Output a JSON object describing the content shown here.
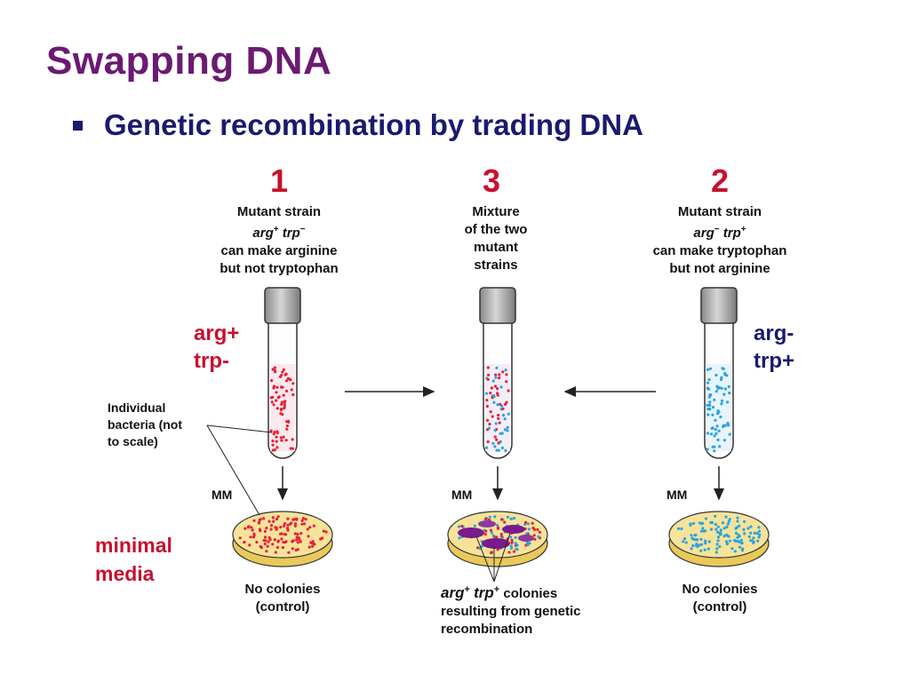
{
  "title": "Swapping DNA",
  "bullet": "Genetic recombination by trading DNA",
  "columns": {
    "left": {
      "number": "1",
      "heading": "Mutant strain",
      "genotype_arg": "arg",
      "genotype_arg_sup": "+",
      "genotype_trp": "trp",
      "genotype_trp_sup": "−",
      "line3": "can make arginine",
      "line4": "but not tryptophan",
      "side_label_1": "arg+",
      "side_label_2": "trp-",
      "medium": "MM",
      "result_1": "No colonies",
      "result_2": "(control)"
    },
    "middle": {
      "number": "3",
      "heading": "Mixture",
      "line2": "of the two",
      "line3": "mutant",
      "line4": "strains",
      "medium": "MM",
      "result_arg": "arg",
      "result_arg_sup": "+",
      "result_trp": "trp",
      "result_trp_sup": "+",
      "result_1_rest": " colonies",
      "result_2": "resulting from genetic",
      "result_3": "recombination"
    },
    "right": {
      "number": "2",
      "heading": "Mutant strain",
      "genotype_arg": "arg",
      "genotype_arg_sup": "−",
      "genotype_trp": "trp",
      "genotype_trp_sup": "+",
      "line3": "can make tryptophan",
      "line4": "but not arginine",
      "side_label_1": "arg-",
      "side_label_2": "trp+",
      "medium": "MM",
      "result_1": "No colonies",
      "result_2": "(control)"
    }
  },
  "bacteria_note": [
    "Individual",
    "bacteria (not",
    "to scale)"
  ],
  "media_label": [
    "minimal",
    "media"
  ],
  "colors": {
    "title": "#6b1a72",
    "bullet": "#1a1a6e",
    "number": "#c8102e",
    "strain_arg_plus": "#e8203a",
    "strain_arg_minus": "#2aa3e0",
    "dish_medium": "#f6e39a",
    "colony": "#7a1a8c"
  }
}
